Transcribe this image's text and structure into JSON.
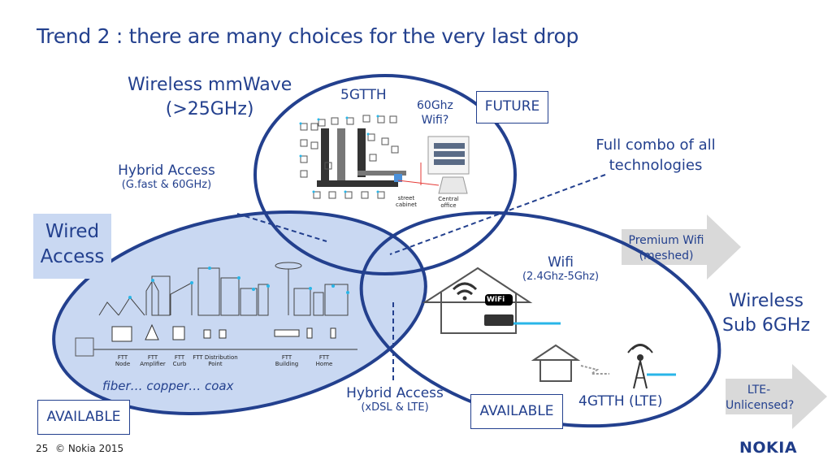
{
  "title": "Trend 2 : there are many choices for the very last drop",
  "labels": {
    "wireless_mmwave_line1": "Wireless mmWave",
    "wireless_mmwave_line2": "(>25GHz)",
    "fivegtth": "5GTTH",
    "sixty_ghz_line1": "60Ghz",
    "sixty_ghz_line2": "Wifi?",
    "future": "FUTURE",
    "full_combo_line1": "Full combo of all",
    "full_combo_line2": "technologies",
    "hybrid_access_top": "Hybrid Access",
    "hybrid_access_top_sub": "(G.fast & 60GHz)",
    "wired_line1": "Wired",
    "wired_line2": "Access",
    "premium_wifi_line1": "Premium Wifi",
    "premium_wifi_line2": "(meshed)",
    "wifi": "Wifi",
    "wifi_sub": "(2.4Ghz-5Ghz)",
    "wireless_sub6_line1": "Wireless",
    "wireless_sub6_line2": "Sub 6GHz",
    "lte_unlicensed_line1": "LTE-",
    "lte_unlicensed_line2": "Unlicensed?",
    "fourgtth": "4GTTH (LTE)",
    "hybrid_access_bottom": "Hybrid Access",
    "hybrid_access_bottom_sub": "(xDSL & LTE)",
    "available_left": "AVAILABLE",
    "available_right": "AVAILABLE",
    "fiber_copper_coax": "fiber… copper… coax",
    "wifi_badge": "WiFi"
  },
  "fttx": [
    "FTT Node",
    "FTT Amplifier",
    "FTT Curb",
    "FTT Distribution Point",
    "FTT Building",
    "FTT Home"
  ],
  "fttx_parts": {
    "node": [
      "FTT",
      "Node"
    ],
    "amplifier": [
      "FTT",
      "Amplifier"
    ],
    "curb": [
      "FTT",
      "Curb"
    ],
    "dp": [
      "FTT Distribution",
      "Point"
    ],
    "building": [
      "FTT",
      "Building"
    ],
    "home": [
      "FTT",
      "Home"
    ]
  },
  "mmwave_illus": {
    "street_cabinet": [
      "street",
      "cabinet"
    ],
    "central_office": [
      "Central",
      "office"
    ]
  },
  "footer": {
    "page_number": "25",
    "copyright": "© Nokia 2015",
    "brand": "NOKIA"
  },
  "colors": {
    "navy": "#23408e",
    "wired_fill": "#c9d8f2",
    "arrow_gray": "#d9d9d9",
    "cyan": "#29b6e8"
  }
}
